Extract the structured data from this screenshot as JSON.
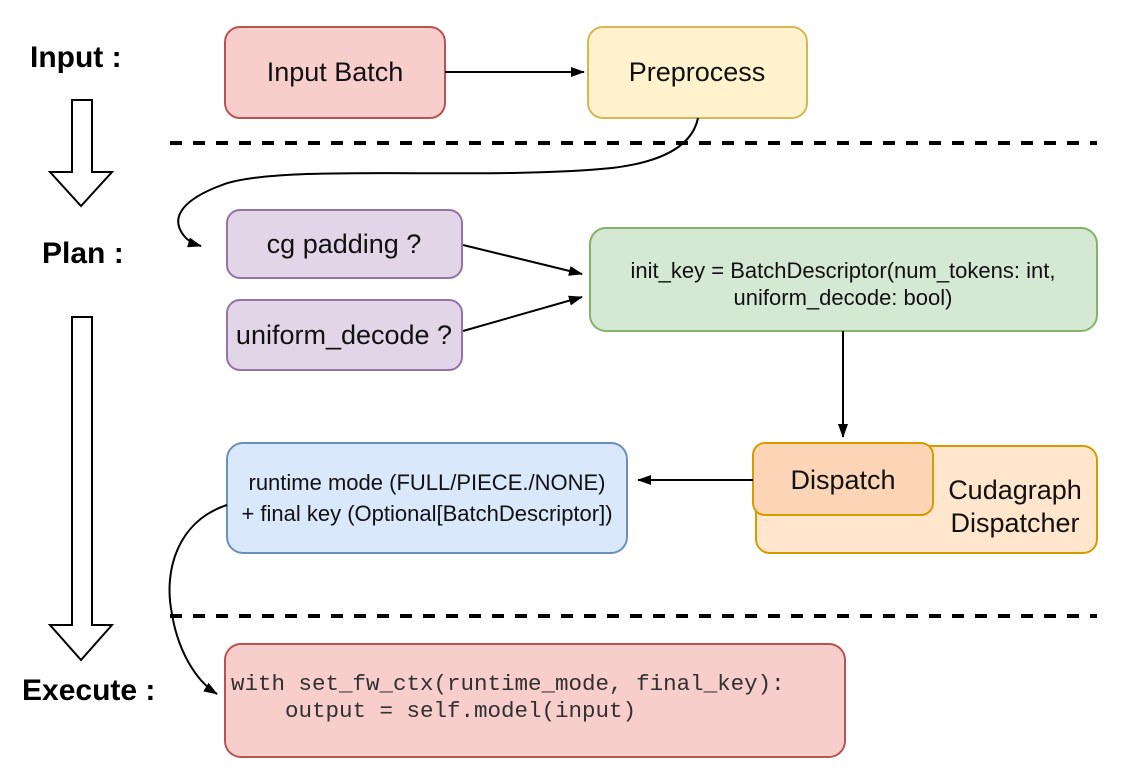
{
  "stages": {
    "input_label": "Input :",
    "plan_label": "Plan :",
    "execute_label": "Execute :"
  },
  "nodes": {
    "input_batch": {
      "label": "Input Batch",
      "fill": "#f8cecc",
      "stroke": "#b85450"
    },
    "preprocess": {
      "label": "Preprocess",
      "fill": "#fff2cc",
      "stroke": "#d6b656"
    },
    "cg_padding": {
      "label": "cg padding ?",
      "fill": "#e1d5e7",
      "stroke": "#9673a6"
    },
    "uniform_decode": {
      "label": "uniform_decode ?",
      "fill": "#e1d5e7",
      "stroke": "#9673a6"
    },
    "init_key": {
      "line1": "init_key = BatchDescriptor(num_tokens: int,",
      "line2": "uniform_decode: bool)",
      "fill": "#d5e8d4",
      "stroke": "#82b366"
    },
    "dispatch": {
      "label": "Dispatch",
      "fill": "#fbd5b5",
      "stroke": "#d79b00"
    },
    "cudagraph_dispatcher": {
      "line1": "Cudagraph",
      "line2": "Dispatcher",
      "fill": "#ffe6cc",
      "stroke": "#d79b00"
    },
    "runtime_mode": {
      "line1": "runtime mode (FULL/PIECE./NONE)",
      "line2": "+ final key (Optional[BatchDescriptor])",
      "fill": "#dae8fc",
      "stroke": "#6c8ebf"
    },
    "execute_code": {
      "line1": "with set_fw_ctx(runtime_mode, final_key):",
      "line2": "    output = self.model(input)",
      "fill": "#f8cecc",
      "stroke": "#b85450"
    }
  }
}
